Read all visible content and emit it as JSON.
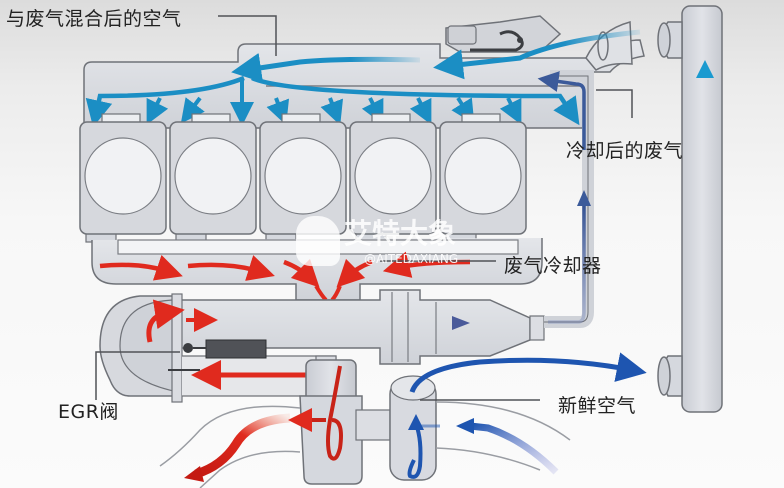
{
  "title": "EGR废气再循环系统示意图",
  "labels": {
    "mixed_air": "与废气混合后的空气",
    "cooled_exhaust": "冷却后的废气",
    "egr_cooler": "废气冷却器",
    "egr_valve": "EGR阀",
    "fresh_air": "新鲜空气"
  },
  "watermark": {
    "brand": "艾特大象",
    "handle": "@AITEDAXIANG"
  },
  "components": {
    "cylinder_count": 5
  },
  "colors": {
    "intake_blue": "#1b8ec4",
    "exhaust_red": "#e02a1e",
    "cooled_blue": "#3b5a9a",
    "fresh_blue": "#1e55b0",
    "pipe_fill": "#d9dbe0",
    "pipe_stroke": "#6f7278"
  }
}
